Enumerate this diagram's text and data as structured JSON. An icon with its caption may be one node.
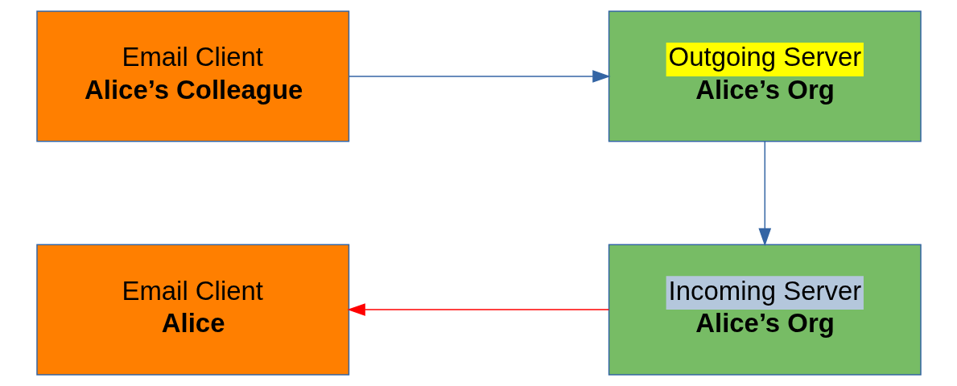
{
  "diagram": {
    "nodes": [
      {
        "text": [
          "Email Client",
          "Alice’s Colleague"
        ]
      },
      {
        "text": [
          "Outgoing Server",
          "Alice’s Org"
        ]
      },
      {
        "text": [
          "Incoming Server",
          "Alice’s Org"
        ]
      },
      {
        "text": [
          "Email Client",
          "Alice"
        ]
      }
    ],
    "edges": [
      {
        "from": 0,
        "to": 1,
        "arrow": "to"
      },
      {
        "from": 1,
        "to": 2,
        "arrow": "to"
      },
      {
        "from": 2,
        "to": 3,
        "arrow": "to",
        "color": "#ff0000"
      }
    ]
  }
}
